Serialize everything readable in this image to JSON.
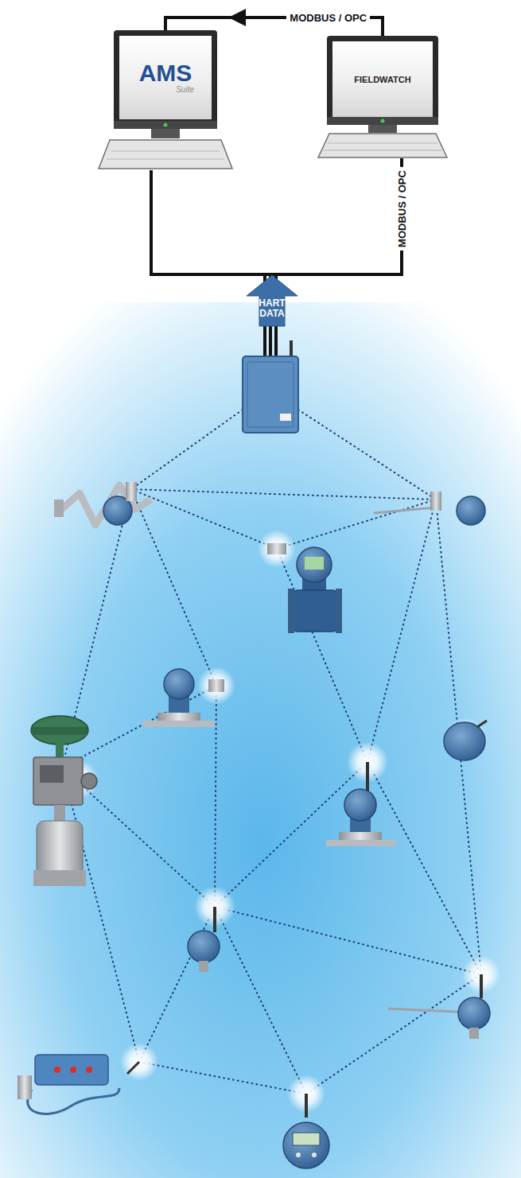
{
  "diagram": {
    "nodes": [
      {
        "text": [
          "AMS",
          "Suite"
        ]
      },
      {
        "text": [
          "FIELDWATCH"
        ]
      }
    ],
    "edges": [
      {
        "from": 1,
        "to": 0,
        "arrow": "to",
        "label": "MODBUS / OPC"
      }
    ],
    "labels": [
      "MODBUS / OPC",
      "HART DATA"
    ]
  }
}
